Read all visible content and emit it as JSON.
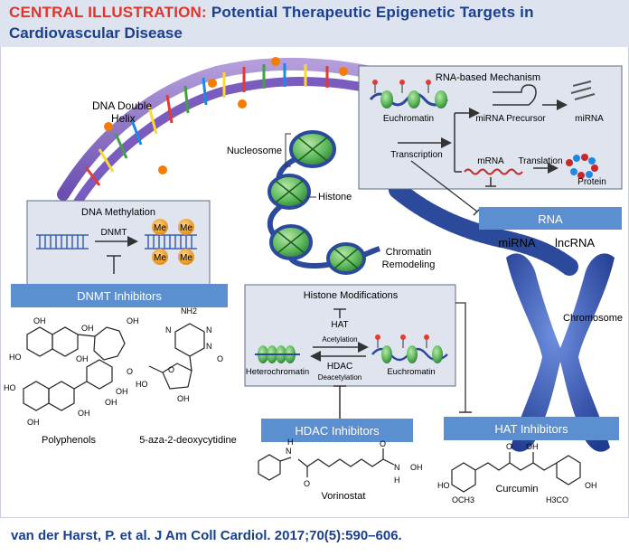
{
  "header": {
    "label": "CENTRAL ILLUSTRATION:",
    "title_line1": "Potential Therapeutic Epigenetic Targets in",
    "title_line2": "Cardiovascular Disease"
  },
  "labels": {
    "dna_helix": [
      "DNA Double",
      "Helix"
    ],
    "nucleosome": "Nucleosome",
    "histone": "Histone",
    "chromatin_remodeling": [
      "Chromatin",
      "Remodeling"
    ],
    "chromosome": "Chromosome"
  },
  "dna_methylation": {
    "title": "DNA Methylation",
    "enzyme": "DNMT",
    "mark": "Me",
    "inhibitor_label": "DNMT Inhibitors",
    "compounds": [
      "Polyphenols",
      "5-aza-2-deoxycytidine"
    ]
  },
  "rna_mechanism": {
    "title": "RNA-based Mechanism",
    "euchromatin": "Euchromatin",
    "transcription": "Transcription",
    "mirna_precursor": "miRNA Precursor",
    "mirna": "miRNA",
    "mrna": "mRNA",
    "translation": "Translation",
    "protein": "Protein",
    "box_label": "RNA",
    "types": [
      "miRNA",
      "lncRNA"
    ]
  },
  "histone_mod": {
    "title": "Histone Modifications",
    "hat": "HAT",
    "acetylation": "Acetylation",
    "hdac": "HDAC",
    "deacetylation": "Deacetylation",
    "heterochromatin": "Heterochromatin",
    "euchromatin": "Euchromatin",
    "hdac_inhibitors": "HDAC Inhibitors",
    "hat_inhibitors": "HAT Inhibitors",
    "compounds": [
      "Vorinostat",
      "Curcumin"
    ]
  },
  "chem_labels": {
    "oh": "OH",
    "o": "O",
    "ho": "HO",
    "nh2": "NH2",
    "n": "N",
    "h": "H",
    "och3": "OCH3",
    "h3co": "H3CO"
  },
  "citation": "van der Harst, P. et al. J Am Coll Cardiol. 2017;70(5):590–606.",
  "colors": {
    "title_red": "#e0352b",
    "title_blue": "#1a3f8f",
    "panel_fill": "#dfe4ee",
    "blue_bar": "#5b8fd0",
    "nucleosome_green": "#5cb85c",
    "me_orange": "#f0a030",
    "dna_purple": "#8b6fc4",
    "chromosome_blue": "#2f4fa8"
  }
}
